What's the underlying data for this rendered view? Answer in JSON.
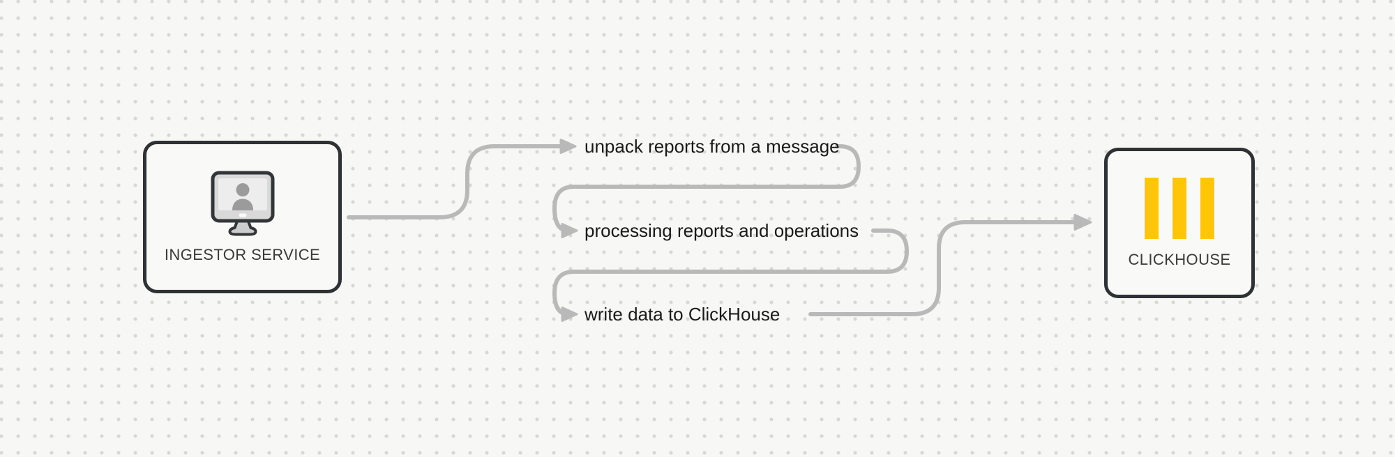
{
  "diagram": {
    "nodes": [
      {
        "id": "ingestor-service",
        "label": "INGESTOR SERVICE",
        "icon": "monitor-user-icon"
      },
      {
        "id": "clickhouse",
        "label": "CLICKHOUSE",
        "icon": "clickhouse-bars-icon"
      }
    ],
    "steps": [
      {
        "index": 1,
        "label": "unpack reports from a message"
      },
      {
        "index": 2,
        "label": "processing reports and operations"
      },
      {
        "index": 3,
        "label": "write data to ClickHouse"
      }
    ]
  },
  "colors": {
    "canvas_bg": "#f7f7f5",
    "dot_color": "#d7d7d4",
    "arrow": "#b9b9b9",
    "node_fill": "#f9f9f8",
    "node_border": "#2f3235",
    "node_label": "#3a3a3a",
    "label_text": "#1a1a1a",
    "clickhouse_yellow": "#ffc609",
    "monitor_person_gray": "#9b9b9b"
  }
}
